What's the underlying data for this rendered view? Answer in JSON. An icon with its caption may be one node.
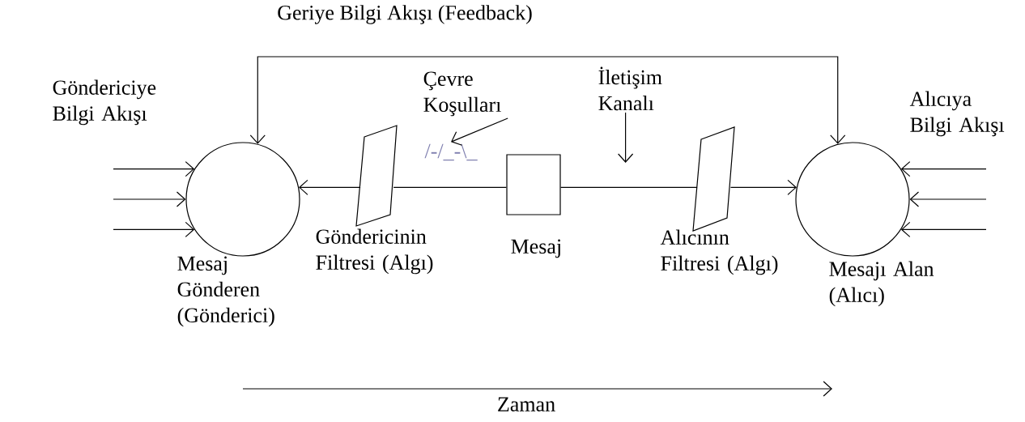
{
  "diagram": {
    "nodes": [
      {
        "text": [],
        "shape": "circle",
        "beside": [
          "Mesaj Gönderen (Gönderici)"
        ]
      },
      {
        "text": [],
        "shape": "parallelogram",
        "beside": [
          "Göndericinin Filtresi (Algı)"
        ]
      },
      {
        "text": [],
        "shape": "box",
        "beside": [
          "Mesaj"
        ]
      },
      {
        "text": [],
        "shape": "parallelogram",
        "beside": [
          "Alıcının Filtresi (Algı)"
        ]
      },
      {
        "text": [],
        "shape": "circle",
        "beside": [
          "Mesajı Alan (Alıcı)"
        ]
      },
      {
        "text": [
          "Çevre Koşulları"
        ]
      },
      {
        "text": [
          "/-/_-\\_"
        ]
      },
      {
        "text": [
          "İletişim Kanalı"
        ]
      }
    ],
    "edges": [
      {
        "from": 4,
        "to": 0,
        "arrow": "both",
        "label": "Geriye Bilgi Akışı (Feedback)"
      },
      {
        "from": 1,
        "to": 0,
        "arrow": "to"
      },
      {
        "from": 1,
        "to": 2,
        "arrow": "none"
      },
      {
        "from": 2,
        "to": 3,
        "arrow": "none"
      },
      {
        "from": 3,
        "to": 4,
        "arrow": "to"
      },
      {
        "from": 5,
        "to": 6,
        "arrow": "to"
      },
      {
        "from": 7,
        "to": null,
        "arrow": "to"
      },
      {
        "from": null,
        "to": 0,
        "arrow": "to"
      },
      {
        "from": null,
        "to": 0,
        "arrow": "to"
      },
      {
        "from": null,
        "to": 0,
        "arrow": "to"
      },
      {
        "from": null,
        "to": 4,
        "arrow": "to"
      },
      {
        "from": null,
        "to": 4,
        "arrow": "to"
      },
      {
        "from": null,
        "to": 4,
        "arrow": "to"
      }
    ],
    "labels": [
      "Göndericiye Bilgi Akışı",
      "Alıcıya Bilgi Akışı",
      "Zaman"
    ]
  }
}
